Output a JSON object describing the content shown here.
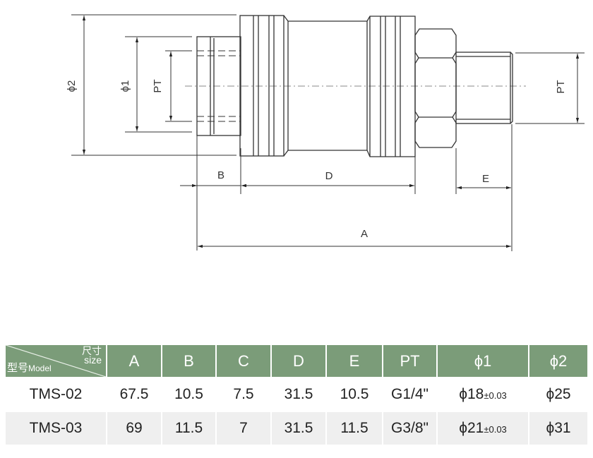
{
  "drawing": {
    "labels": {
      "phi2": "ϕ2",
      "phi1": "ϕ1",
      "pt_left": "PT",
      "pt_right": "PT",
      "b": "B",
      "d": "D",
      "e": "E",
      "a": "A"
    }
  },
  "table": {
    "corner": {
      "size_cn": "尺寸",
      "size_en": "size",
      "model_cn": "型号",
      "model_en": "Model"
    },
    "headers": [
      "A",
      "B",
      "C",
      "D",
      "E",
      "PT",
      "ϕ1",
      "ϕ2"
    ],
    "rows": [
      {
        "model": "TMS-02",
        "A": "67.5",
        "B": "10.5",
        "C": "7.5",
        "D": "31.5",
        "E": "10.5",
        "PT": "G1/4\"",
        "phi1": "ϕ18",
        "phi1_tol": "±0.03",
        "phi2": "ϕ25"
      },
      {
        "model": "TMS-03",
        "A": "69",
        "B": "11.5",
        "C": "7",
        "D": "31.5",
        "E": "11.5",
        "PT": "G3/8\"",
        "phi1": "ϕ21",
        "phi1_tol": "±0.03",
        "phi2": "ϕ31"
      }
    ]
  },
  "colors": {
    "header_bg": "#7b9c79",
    "row_alt": "#efefef"
  }
}
